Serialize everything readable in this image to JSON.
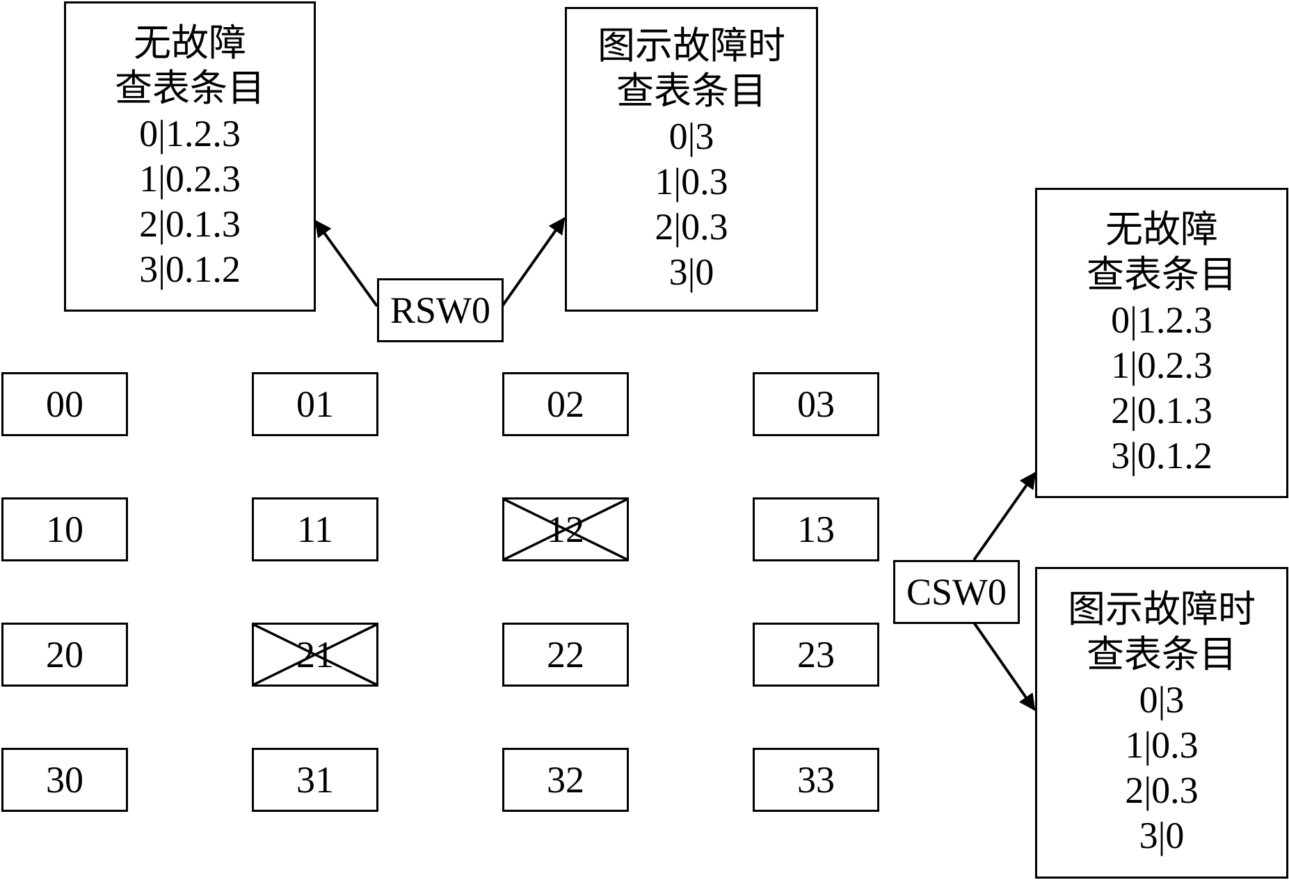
{
  "colors": {
    "line": "#000000",
    "background": "#ffffff"
  },
  "switches": {
    "rsw": "RSW0",
    "csw": "CSW0"
  },
  "tables": {
    "rsw_normal": {
      "title1": "无故障",
      "title2": "查表条目",
      "rows": [
        "0|1.2.3",
        "1|0.2.3",
        "2|0.1.3",
        "3|0.1.2"
      ]
    },
    "rsw_fault": {
      "title1": "图示故障时",
      "title2": "查表条目",
      "rows": [
        "0|3",
        "1|0.3",
        "2|0.3",
        "3|0"
      ]
    },
    "csw_normal": {
      "title1": "无故障",
      "title2": "查表条目",
      "rows": [
        "0|1.2.3",
        "1|0.2.3",
        "2|0.1.3",
        "3|0.1.2"
      ]
    },
    "csw_fault": {
      "title1": "图示故障时",
      "title2": "查表条目",
      "rows": [
        "0|3",
        "1|0.3",
        "2|0.3",
        "3|0"
      ]
    }
  },
  "nodes": [
    [
      "00",
      "01",
      "02",
      "03"
    ],
    [
      "10",
      "11",
      "12",
      "13"
    ],
    [
      "20",
      "21",
      "22",
      "23"
    ],
    [
      "30",
      "31",
      "32",
      "33"
    ]
  ],
  "faulty_nodes": [
    "12",
    "21"
  ]
}
